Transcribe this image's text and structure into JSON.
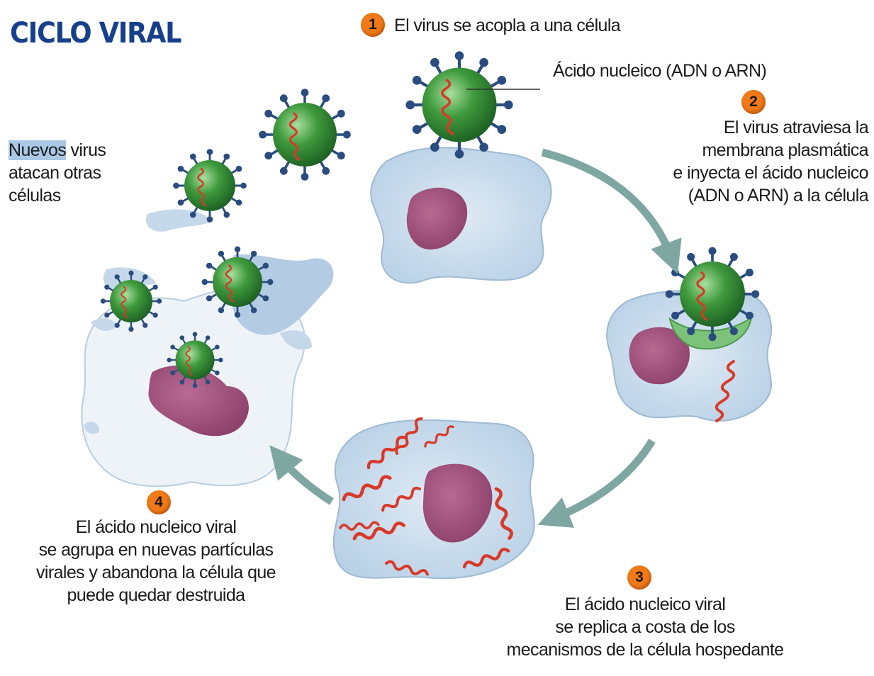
{
  "title": "CICLO VIRAL",
  "steps": [
    {
      "number": "1",
      "lines": [
        "El virus se acopla a una célula"
      ]
    },
    {
      "number": "2",
      "lines": [
        "El virus atraviesa la",
        "membrana plasmática",
        "e inyecta el ácido nucleico",
        "(ADN o ARN) a la célula"
      ]
    },
    {
      "number": "3",
      "lines": [
        "El ácido nucleico viral",
        "se replica a costa de los",
        "mecanismos de la célula hospedante"
      ]
    },
    {
      "number": "4",
      "lines": [
        "El ácido nucleico viral",
        "se agrupa en nuevas partículas",
        "virales y abandona la célula que",
        "puede quedar destruida"
      ]
    }
  ],
  "pointer_label": "Ácido nucleico (ADN o ARN)",
  "new_viruses": {
    "highlight": "Nuevos",
    "rest": " virus",
    "line2": "atacan otras",
    "line3": "células"
  },
  "colors": {
    "title": "#163f8e",
    "badge": "#f07a18",
    "cell": "#c3d8ea",
    "nucleus": "#9c4f79",
    "virus": "#2d8a2e",
    "spike": "#2a4c7e",
    "rna": "#d83a2a",
    "arrow": "#7fa7a2"
  }
}
